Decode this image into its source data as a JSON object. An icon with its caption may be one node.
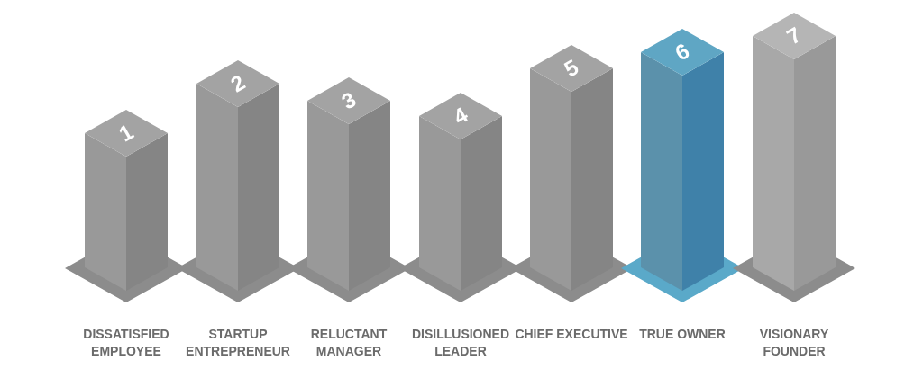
{
  "diagram": {
    "nodes": [
      {
        "text": [
          "1"
        ],
        "beside": [
          "DISSATISFIED EMPLOYEE"
        ]
      },
      {
        "text": [
          "2"
        ],
        "beside": [
          "STARTUP ENTREPRENEUR"
        ]
      },
      {
        "text": [
          "3"
        ],
        "beside": [
          "RELUCTANT MANAGER"
        ]
      },
      {
        "text": [
          "4"
        ],
        "beside": [
          "DISILLUSIONED LEADER"
        ]
      },
      {
        "text": [
          "5"
        ],
        "beside": [
          "CHIEF EXECUTIVE"
        ]
      },
      {
        "text": [
          "6"
        ],
        "beside": [
          "TRUE OWNER"
        ]
      },
      {
        "text": [
          "7"
        ],
        "beside": [
          "VISIONARY FOUNDER"
        ]
      }
    ]
  }
}
